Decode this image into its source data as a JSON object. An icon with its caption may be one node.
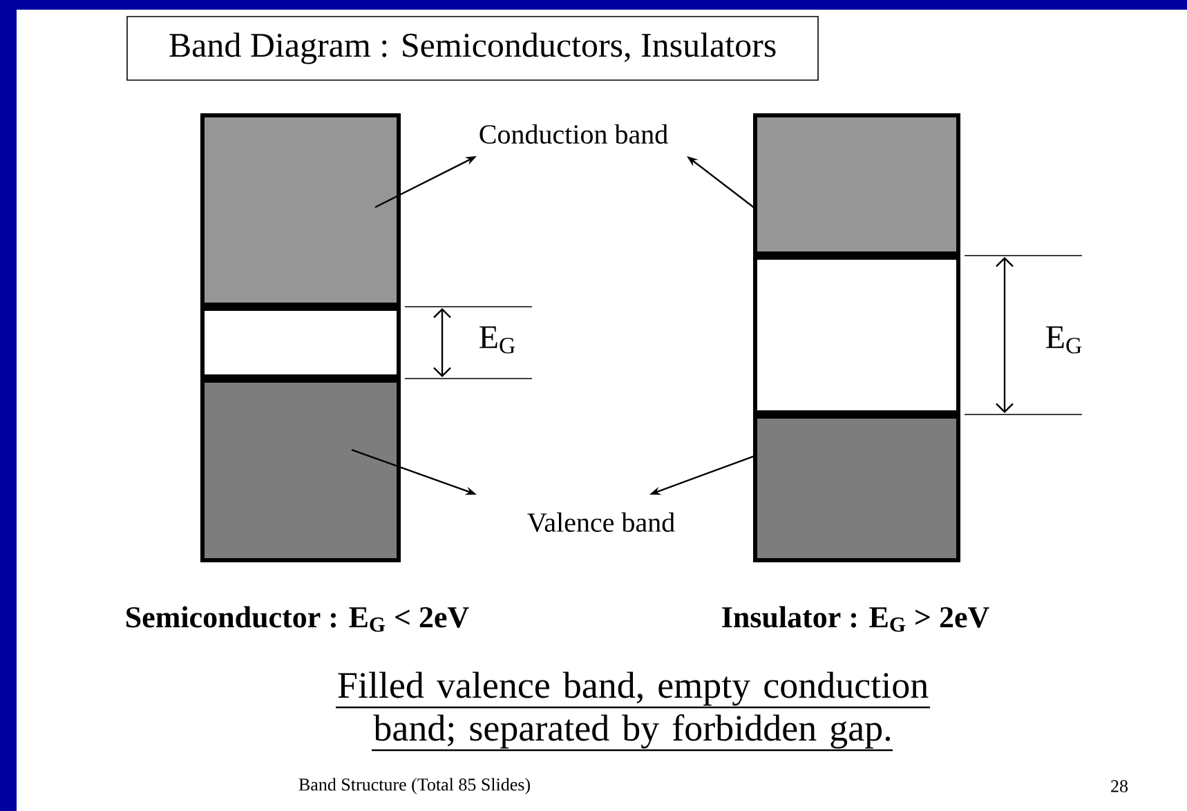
{
  "diagram": {
    "title": "Band Diagram : Semiconductors, Insulators",
    "caption": "Filled valence band, empty conduction band; separated by forbidden gap.",
    "nodes": [
      {
        "text": [],
        "shape": "box"
      },
      {
        "text": [],
        "shape": "box"
      },
      {
        "text": [],
        "shape": "box"
      },
      {
        "text": [],
        "shape": "box"
      },
      {
        "text": [],
        "shape": "box"
      },
      {
        "text": [],
        "shape": "box"
      },
      {
        "text": [
          "Conduction band"
        ]
      },
      {
        "text": [
          "Valence band"
        ]
      }
    ],
    "edges": [
      {
        "from": 0,
        "to": 6,
        "arrow": "to"
      },
      {
        "from": 3,
        "to": 6,
        "arrow": "to"
      },
      {
        "from": 2,
        "to": 7,
        "arrow": "to"
      },
      {
        "from": 5,
        "to": 7,
        "arrow": "to"
      }
    ],
    "labels": [
      "E$_{G}$",
      "E$_{G}$",
      "Semiconductor : E$_{G}$ < 2eV",
      "Insulator : E$_{G}$ > 2eV",
      "Band Structure  (Total 85 Slides)",
      "28"
    ]
  }
}
